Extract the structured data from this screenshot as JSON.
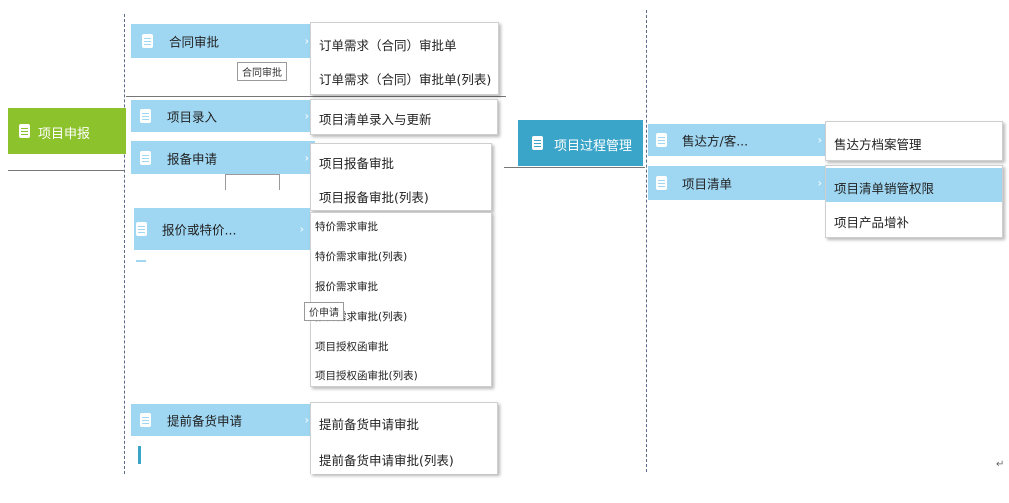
{
  "colors": {
    "green": "#8cc22b",
    "teal": "#3aa5c8",
    "blue": "#9fd7f3",
    "tip_border": "#9a9a9a"
  },
  "icons": {
    "doc": "document-icon",
    "chevron": "chevron-right-icon",
    "return": "return-arrow-icon"
  },
  "left": {
    "root": {
      "label": "项目申报"
    },
    "menus": {
      "contract": {
        "label": "合同审批",
        "tooltip": "合同审批",
        "items": [
          "订单需求（合同）审批单",
          "订单需求（合同）审批单(列表)"
        ]
      },
      "entry": {
        "label": "项目录入",
        "items": [
          "项目清单录入与更新"
        ]
      },
      "report": {
        "label": "报备申请",
        "items": [
          "项目报备审批",
          "项目报备审批(列表)"
        ]
      },
      "quote": {
        "label": "报价或特价...",
        "tooltip": "价申请",
        "items": [
          "特价需求审批",
          "特价需求审批(列表)",
          "报价需求审批",
          "报价需求审批(列表)",
          "项目授权函审批",
          "项目授权函审批(列表)"
        ]
      },
      "stock": {
        "label": "提前备货申请",
        "items": [
          "提前备货申请审批",
          "提前备货申请审批(列表)"
        ]
      }
    }
  },
  "right": {
    "root": {
      "label": "项目过程管理"
    },
    "menus": {
      "seller": {
        "label": "售达方/客...",
        "items": [
          "售达方档案管理"
        ]
      },
      "list": {
        "label": "项目清单",
        "items": [
          "项目清单销管权限",
          "项目产品增补"
        ]
      }
    }
  }
}
